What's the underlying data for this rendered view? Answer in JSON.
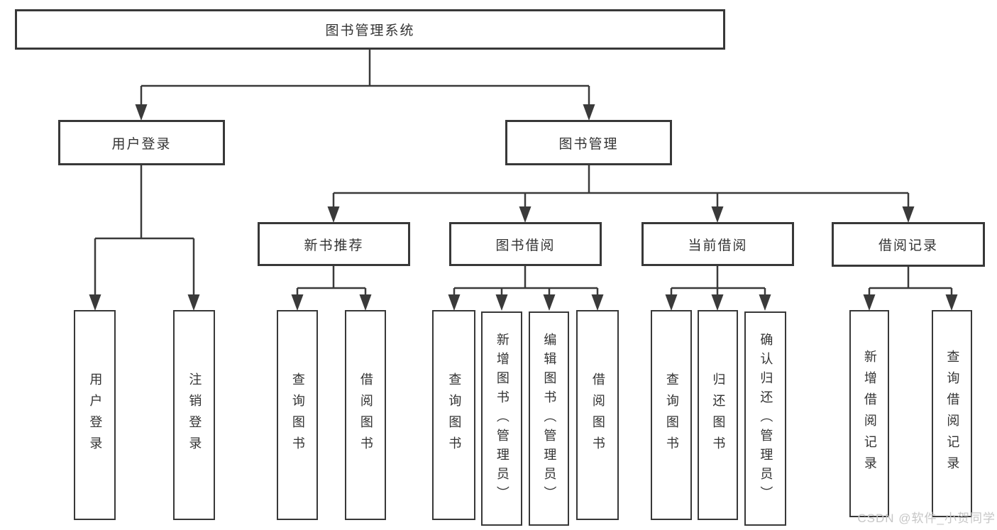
{
  "nodes": {
    "system": "图书管理系统",
    "user_login": "用户登录",
    "book_management": "图书管理",
    "new_book_recommend": "新书推荐",
    "book_borrowing": "图书借阅",
    "current_borrowing": "当前借阅",
    "borrowing_records": "借阅记录",
    "leaf_user_login": "用户登录",
    "leaf_logout": "注销登录",
    "leaf_nb_query_books": "查询图书",
    "leaf_nb_borrow_books": "借阅图书",
    "leaf_bb_query_books": "查询图书",
    "leaf_bb_add_books_admin": "新增图书（管理员）",
    "leaf_bb_edit_books_admin": "编辑图书（管理员）",
    "leaf_bb_borrow_books": "借阅图书",
    "leaf_cb_query_books": "查询图书",
    "leaf_cb_return_books": "归还图书",
    "leaf_cb_confirm_return_admin": "确认归还（管理员）",
    "leaf_br_add_record": "新增借阅记录",
    "leaf_br_query_record": "查询借阅记录"
  },
  "hierarchy": {
    "图书管理系统": {
      "用户登录": [
        "用户登录",
        "注销登录"
      ],
      "图书管理": {
        "新书推荐": [
          "查询图书",
          "借阅图书"
        ],
        "图书借阅": [
          "查询图书",
          "新增图书（管理员）",
          "编辑图书（管理员）",
          "借阅图书"
        ],
        "当前借阅": [
          "查询图书",
          "归还图书",
          "确认归还（管理员）"
        ],
        "借阅记录": [
          "新增借阅记录",
          "查询借阅记录"
        ]
      }
    }
  },
  "watermark": "CSDN @软件_小贺同学",
  "colors": {
    "line": "#3a3a3a",
    "border": "#383838",
    "text": "#333333",
    "watermark": "#c6c6c6",
    "background": "#ffffff"
  }
}
